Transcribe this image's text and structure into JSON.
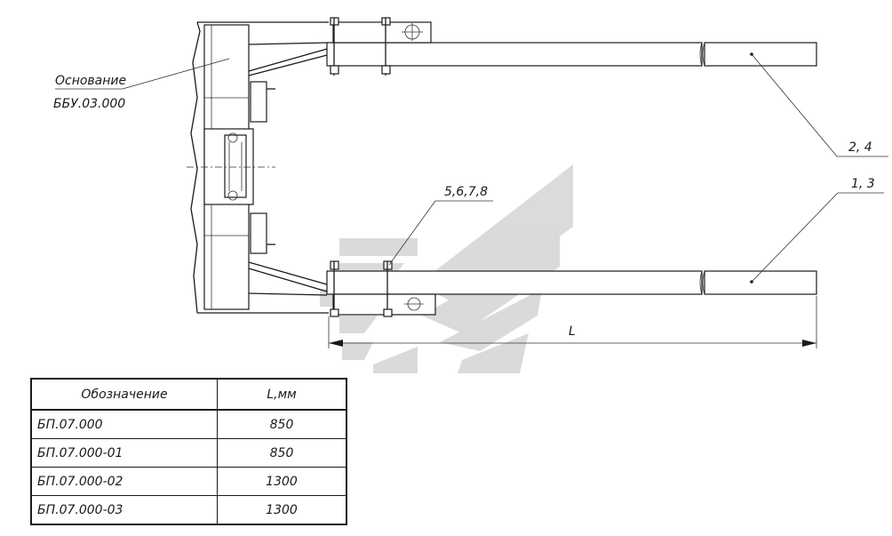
{
  "labels": {
    "base_name": "Основание",
    "base_code": "ББУ.03.000",
    "callout_upper": "2, 4",
    "callout_lower": "1, 3",
    "callout_fasteners": "5,6,7,8",
    "dimension": "L"
  },
  "table": {
    "headers": [
      "Обозначение",
      "L,мм"
    ],
    "rows": [
      {
        "designation": "БП.07.000",
        "length": "850"
      },
      {
        "designation": "БП.07.000-01",
        "length": "850"
      },
      {
        "designation": "БП.07.000-02",
        "length": "1300"
      },
      {
        "designation": "БП.07.000-03",
        "length": "1300"
      }
    ]
  },
  "colors": {
    "line": "#1a1a1a",
    "watermark": "#c8c8c8"
  },
  "icons": {
    "watermark": "gaz-logo-watermark"
  }
}
